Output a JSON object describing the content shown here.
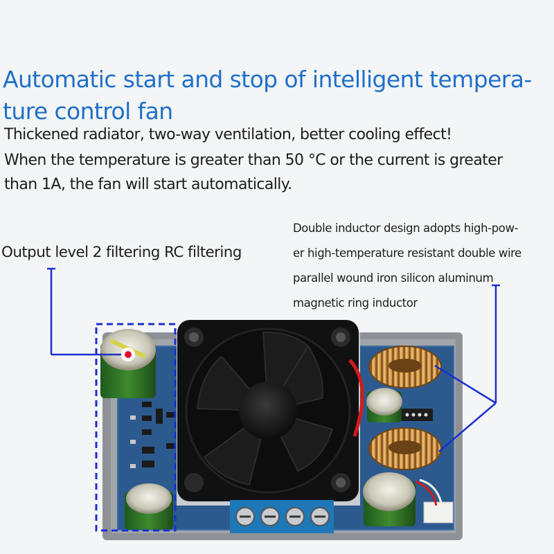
{
  "headline": {
    "line1": "Automatic start and stop of intelligent tempera-",
    "line2": "ture control fan"
  },
  "description": {
    "line1": "Thickened radiator, two-way ventilation, better cooling effect!",
    "line2": "When the temperature is greater than 50 °C or the current is greater",
    "line3": "than 1A, the fan will start automatically."
  },
  "callouts": {
    "left": "Output level 2 filtering RC filtering",
    "right": {
      "line1": "Double inductor design adopts high-pow-",
      "line2": "er high-temperature resistant double wire",
      "line3": "parallel wound iron silicon aluminum",
      "line4": "magnetic ring inductor"
    }
  },
  "colors": {
    "headline": "#1f6fc8",
    "leader_line": "#1a2fd0",
    "marker_dot": "#e0102a",
    "pcb": "#2c5a8e",
    "housing": "#8e9196",
    "copper_coil": "#c98a3e",
    "terminal_block": "#1e78b8"
  },
  "image": {
    "subject": "dc-dc-converter-board-with-cooling-fan"
  }
}
